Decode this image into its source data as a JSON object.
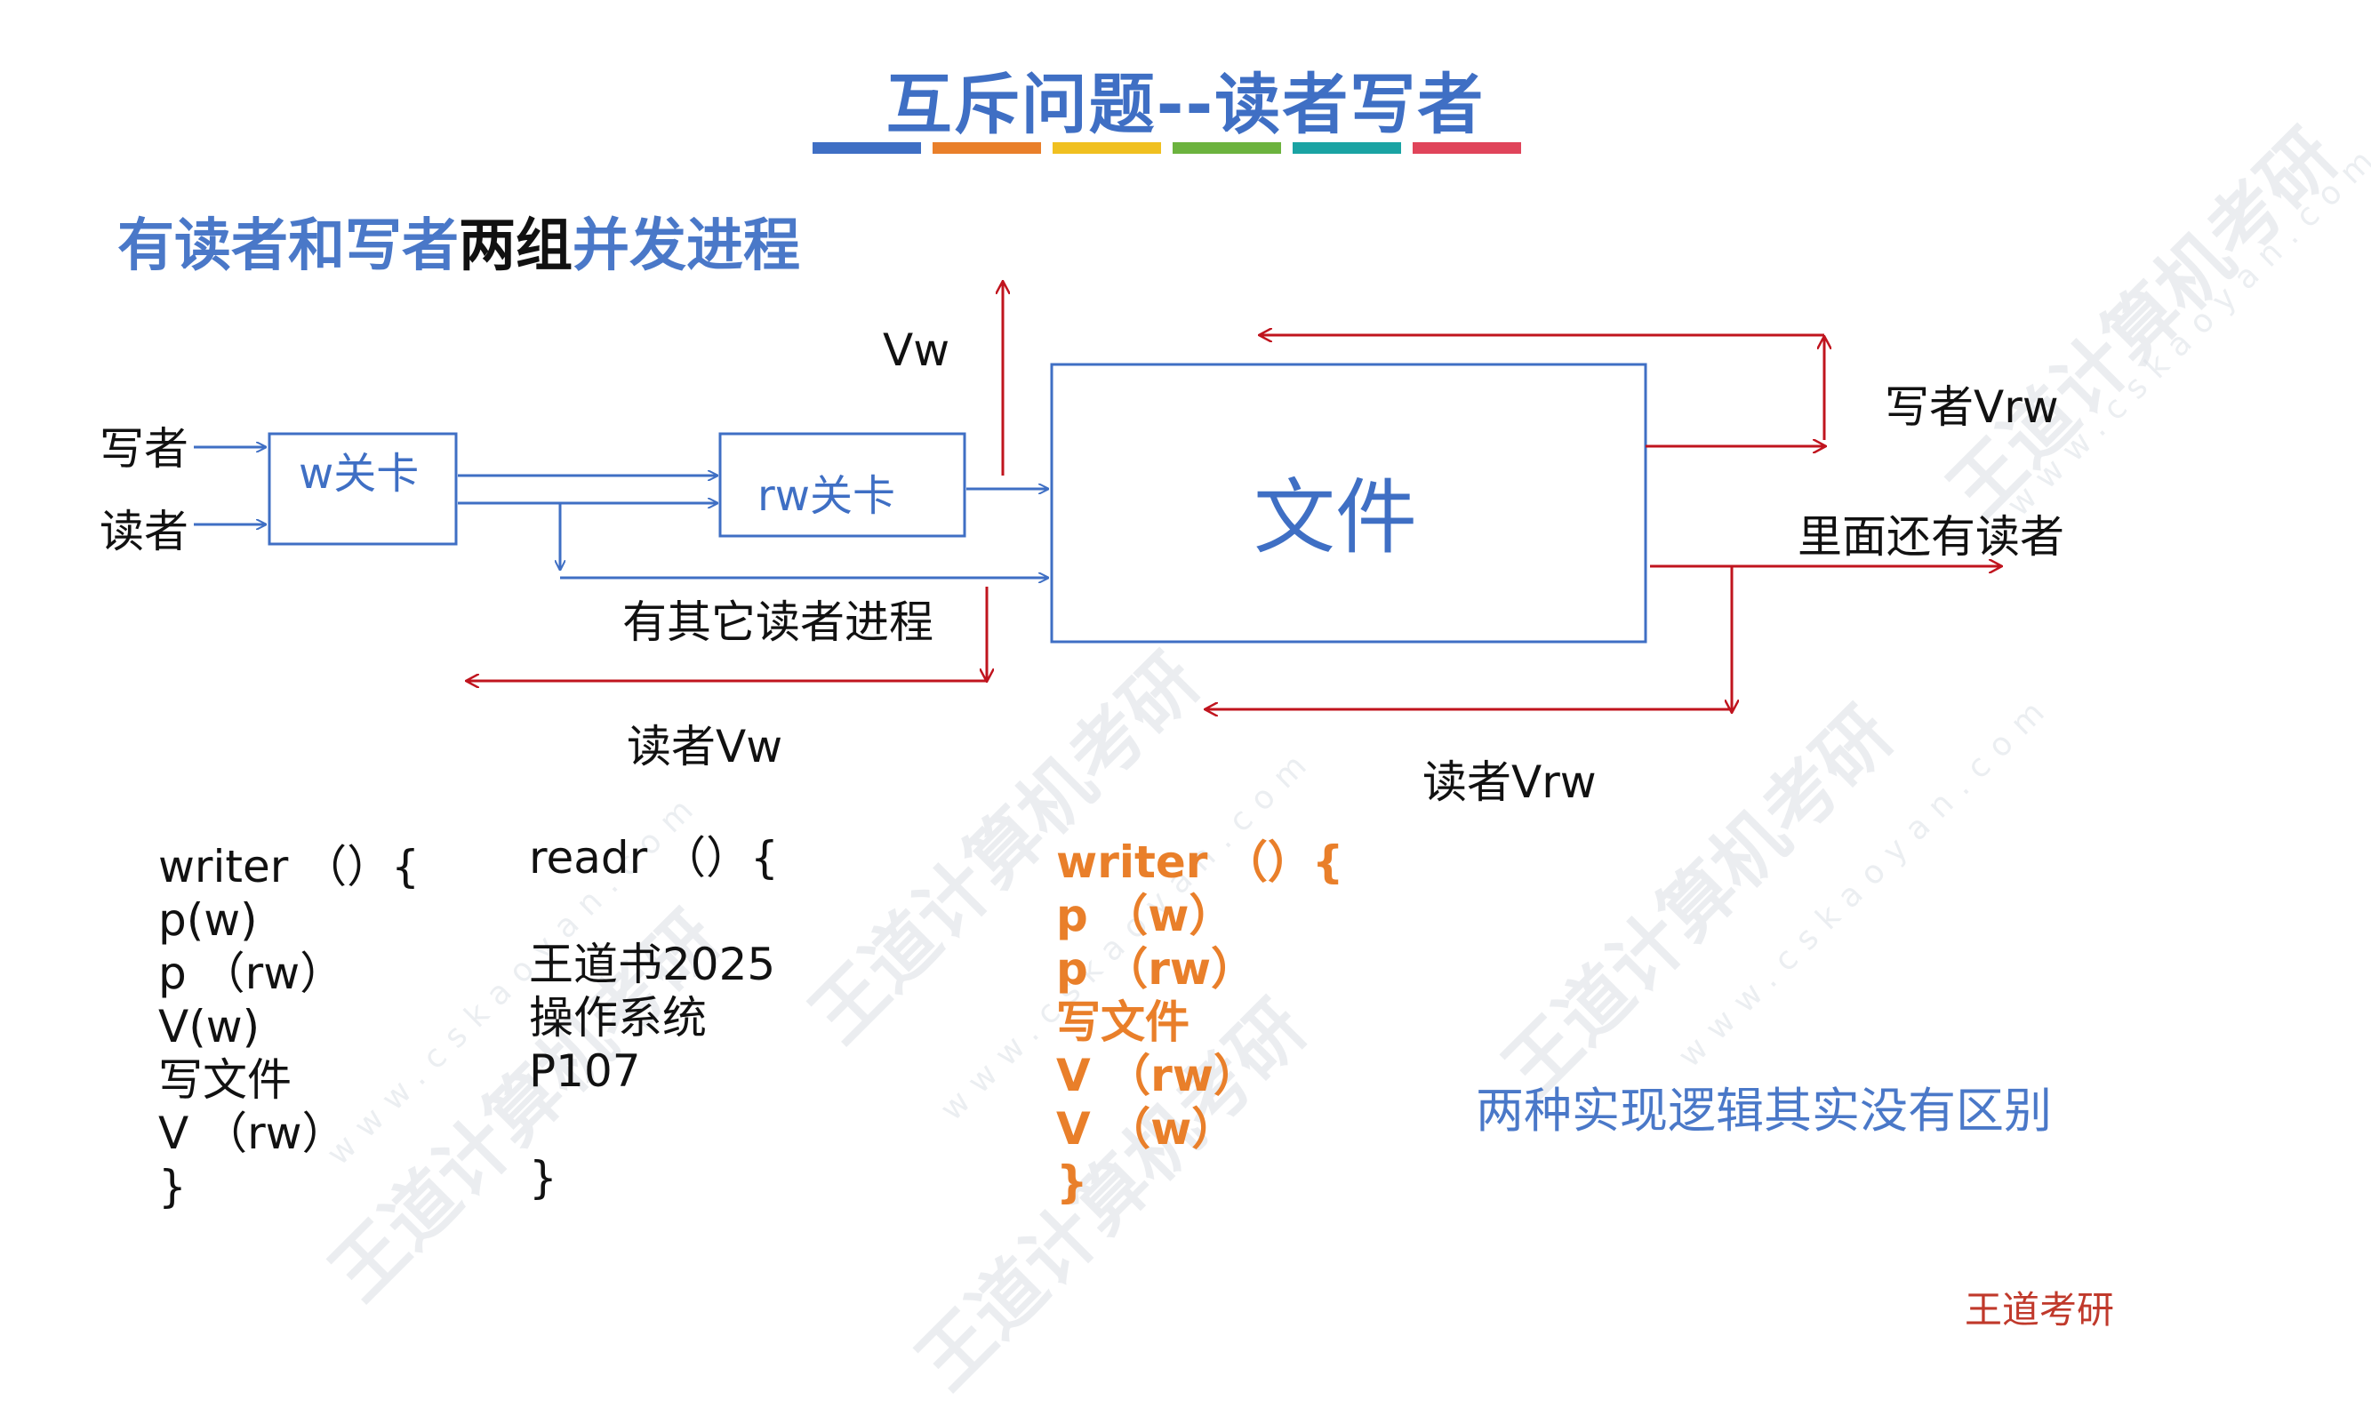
{
  "title": "互斥问题--读者写者",
  "title_bar_colors": [
    "#3f6fc4",
    "#e97f2a",
    "#f0c020",
    "#6cb33e",
    "#1aa3a3",
    "#e0445a"
  ],
  "subtitle": {
    "part1": "有读者和写者",
    "part2": "两组",
    "part3": "并发进程"
  },
  "diagram": {
    "writer_in": "写者",
    "reader_in": "读者",
    "w_gate": "w关卡",
    "rw_gate": "rw关卡",
    "file": "文件",
    "vw": "Vw",
    "writer_vrw": "写者Vrw",
    "readers_inside": "里面还有读者",
    "other_readers": "有其它读者进程",
    "reader_vw": "读者Vw",
    "reader_vrw": "读者Vrw",
    "colors": {
      "blue": "#3f6fc4",
      "red": "#c0141e"
    }
  },
  "code_writer": [
    "writer （）{",
    "p(w)",
    "p （rw）",
    "V(w)",
    "写文件",
    "V （rw）",
    "}"
  ],
  "code_reader": [
    "readr （）{",
    "",
    "王道书2025",
    "操作系统",
    "P107",
    "",
    "}"
  ],
  "code_writer2": [
    "writer （）{",
    "p （w）",
    "p （rw）",
    "写文件",
    "V （rw）",
    "V （w）",
    "}"
  ],
  "note": "两种实现逻辑其实没有区别",
  "brand": "王道考研",
  "watermark": {
    "text": "王道计算机考研",
    "url": "www.cskaoyan.com"
  }
}
